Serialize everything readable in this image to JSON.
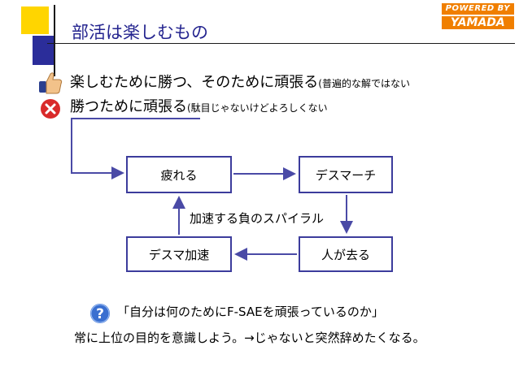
{
  "title": "部活は楽しむもの",
  "brand": {
    "line1": "POWERED BY",
    "line2": "YAMADA"
  },
  "bullets": [
    {
      "main": "楽しむために勝つ、そのために頑張る",
      "note": "(普遍的な解ではない",
      "icon": "thumbs-up-icon"
    },
    {
      "main": "勝つために頑張る",
      "note": "(駄目じゃないけどよろしくない",
      "icon": "x-circle-icon"
    }
  ],
  "diagram": {
    "nodes": [
      "疲れる",
      "デスマーチ",
      "人が去る",
      "デスマ加速"
    ],
    "center_label": "加速する負のスパイラル"
  },
  "question": {
    "text": "「自分は何のためにF-SAEを頑張っているのか」",
    "icon": "question-mark-icon"
  },
  "conclusion": "常に上位の目的を意識しよう。→じゃないと突然辞めたくなる。",
  "colors": {
    "accent": "#24248f",
    "node_border": "#3c3c9c",
    "arrow": "#4a4aa6",
    "brand": "#f07f00",
    "yellow": "#ffd500"
  }
}
